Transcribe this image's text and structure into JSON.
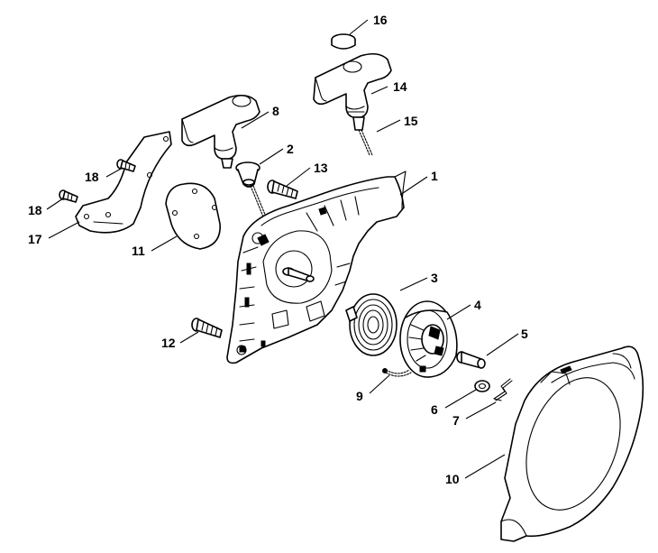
{
  "callouts": [
    {
      "id": "1",
      "label": "1"
    },
    {
      "id": "2",
      "label": "2"
    },
    {
      "id": "3",
      "label": "3"
    },
    {
      "id": "4",
      "label": "4"
    },
    {
      "id": "5",
      "label": "5"
    },
    {
      "id": "6",
      "label": "6"
    },
    {
      "id": "7",
      "label": "7"
    },
    {
      "id": "8",
      "label": "8"
    },
    {
      "id": "9",
      "label": "9"
    },
    {
      "id": "10",
      "label": "10"
    },
    {
      "id": "11",
      "label": "11"
    },
    {
      "id": "12",
      "label": "12"
    },
    {
      "id": "13",
      "label": "13"
    },
    {
      "id": "14",
      "label": "14"
    },
    {
      "id": "15",
      "label": "15"
    },
    {
      "id": "16",
      "label": "16"
    },
    {
      "id": "17",
      "label": "17"
    },
    {
      "id": "18a",
      "label": "18"
    },
    {
      "id": "18b",
      "label": "18"
    }
  ]
}
